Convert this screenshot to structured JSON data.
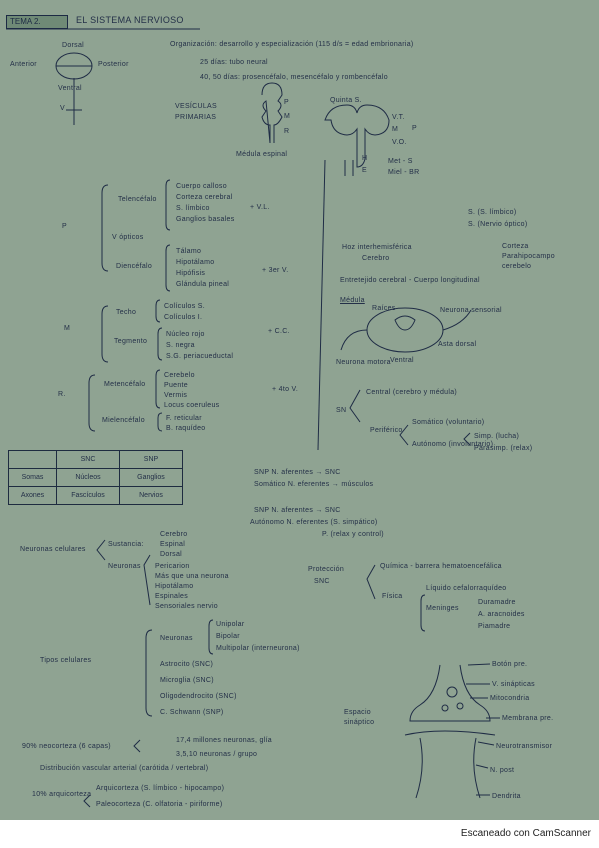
{
  "title": "TEMA 2.",
  "heading": "EL SISTEMA NERVIOSO",
  "footer": "Escaneado con CamScanner",
  "brain_labels": {
    "dorsal": "Dorsal",
    "anterior": "Anterior",
    "posterior": "Posterior",
    "ventral": "Ventral",
    "v": "V"
  },
  "intro": {
    "line1": "Organización: desarrollo y especialización (115 d/s = edad embrionaria)",
    "line2": "25 días: tubo neural",
    "line3": "40, 50 días: prosencéfalo, mesencéfalo y rombencéfalo"
  },
  "vesiculas": {
    "label1": "VESÍCULAS",
    "label2": "PRIMARIAS",
    "p": "P",
    "m": "M",
    "r": "R",
    "cord": "Médula espinal"
  },
  "quinta": {
    "label": "Quinta S.",
    "vt": "V.T.",
    "m": "M",
    "vo": "V.O.",
    "p": "P",
    "h": "H",
    "e": "E",
    "met": "Met - S",
    "mie": "Miel - BR"
  },
  "left_tree": {
    "p": "P",
    "telencefalo": "Telencéfalo",
    "tel_items": [
      "Cuerpo calloso",
      "Corteza cerebral",
      "S. límbico",
      "Ganglios basales"
    ],
    "vl": "+ V.L.",
    "vopticos": "V ópticos",
    "diencefalo": "Diencéfalo",
    "dien_items": [
      "Tálamo",
      "Hipotálamo",
      "Hipófisis",
      "Glándula pineal"
    ],
    "v3": "+ 3er V.",
    "m": "M",
    "techo": "Techo",
    "techo_items": [
      "Colículos S.",
      "Colículos I."
    ],
    "tegmento": "Tegmento",
    "teg_items": [
      "Núcleo rojo",
      "S. negra",
      "S.G. periacueductal"
    ],
    "cc": "+ C.C.",
    "r": "R.",
    "metencefalo": "Metencéfalo",
    "met_items": [
      "Cerebelo",
      "Puente",
      "Vermis",
      "Locus coeruleus"
    ],
    "v4": "+ 4to V.",
    "mielencefalo": "Mielencéfalo",
    "miel_items": [
      "F. reticular",
      "B. raquídeo"
    ]
  },
  "right_col": {
    "so": [
      "S. (S. límbico)",
      "S. (Nervio óptico)"
    ],
    "hoz": "Hoz interhemisférica",
    "cerebro": "Cerebro",
    "cortex": [
      "Corteza",
      "Parahipocampo",
      "cerebelo"
    ],
    "ent": "Entretejido cerebral - Cuerpo longitudinal",
    "medula": "Médula",
    "med_labels": [
      "Raíces",
      "Neurona sensorial",
      "Asta dorsal",
      "Neurona motora",
      "Ventral"
    ],
    "sn": "SN",
    "central": "Central (cerebro y médula)",
    "periferico": "Periférico",
    "somatico": "Somático (voluntario)",
    "autonomo": "Autónomo (involuntario)",
    "simpatico": "Simp. (lucha)",
    "parasimpatico": "Parasimp. (relax)"
  },
  "table": {
    "header": [
      "",
      "SNC",
      "SNP"
    ],
    "rows": [
      [
        "Somas",
        "Núcleos",
        "Ganglios"
      ],
      [
        "Axones",
        "Fascículos",
        "Nervios"
      ]
    ]
  },
  "snp_notes": {
    "line1": "SNP  N. aferentes → SNC",
    "line2": "Somático  N. eferentes → músculos",
    "line3": "SNP  N. aferentes → SNC",
    "line4": "Autónomo  N. eferentes (S. simpático)",
    "line5": "P. (relax y control)"
  },
  "neuro_celulas": {
    "label": "Neuronas celulares",
    "sustancia": "Sustancia:",
    "items": [
      "Cerebro",
      "Espinal",
      "Dorsal"
    ],
    "neuronas": "Neuronas",
    "n_items": [
      "Pericarion",
      "Más que una neurona",
      "Hipotálamo",
      "Espinales",
      "Sensoriales nervio"
    ]
  },
  "proteccion": {
    "label1": "Protección",
    "label2": "SNC",
    "quimica": "Química - barrera hematoencefálica",
    "fisica": "Física",
    "liquido": "Líquido cefalorraquídeo",
    "meninges": "Meninges",
    "men_items": [
      "Duramadre",
      "A. aracnoides",
      "Piamadre"
    ]
  },
  "tipos": {
    "label": "Tipos celulares",
    "neuronas": "Neuronas",
    "n_items": [
      "Unipolar",
      "Bipolar",
      "Multipolar (interneurona)"
    ],
    "items": [
      "Astrocito (SNC)",
      "Microglia (SNC)",
      "Oligodendrocito (SNC)",
      "C. Schwann (SNP)"
    ]
  },
  "sinapsis": {
    "labels": [
      "Botón pre.",
      "V. sinápticas",
      "Mitocondria",
      "Membrana pre.",
      "Neurotransmisor",
      "N. post",
      "Dendrita"
    ],
    "espacio": [
      "Espacio",
      "sináptico"
    ]
  },
  "bottom_notes": {
    "line1": "90% neocorteza (6 capas)",
    "line2": "17,4 millones neuronas, glía",
    "line3": "3,5,10 neuronas / grupo",
    "line4": "Distribución vascular arterial (carótida / vertebral)",
    "line5": "10% arquicorteza",
    "line6": "Arquicorteza (S. límbico - hipocampo)",
    "line7": "Paleocorteza (C. olfatoria - piriforme)"
  }
}
